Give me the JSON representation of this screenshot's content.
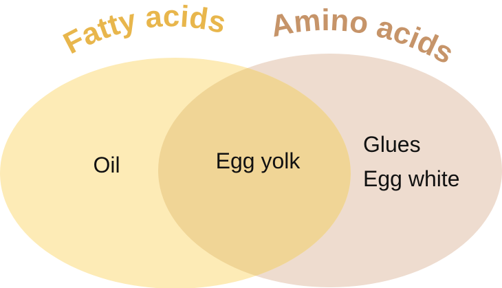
{
  "diagram": {
    "type": "venn",
    "sets": [
      {
        "label": "Fatty acids",
        "fill_color": "#fdebb6",
        "title_color": "#e8b64c"
      },
      {
        "label": "Amino acids",
        "fill_color": "#eedccf",
        "title_color": "#c69469"
      }
    ],
    "overlap_color": "#f0d596",
    "regions": {
      "left_only": [
        "Oil"
      ],
      "overlap": [
        "Egg yolk"
      ],
      "right_only": [
        "Glues",
        "Egg white"
      ]
    }
  }
}
